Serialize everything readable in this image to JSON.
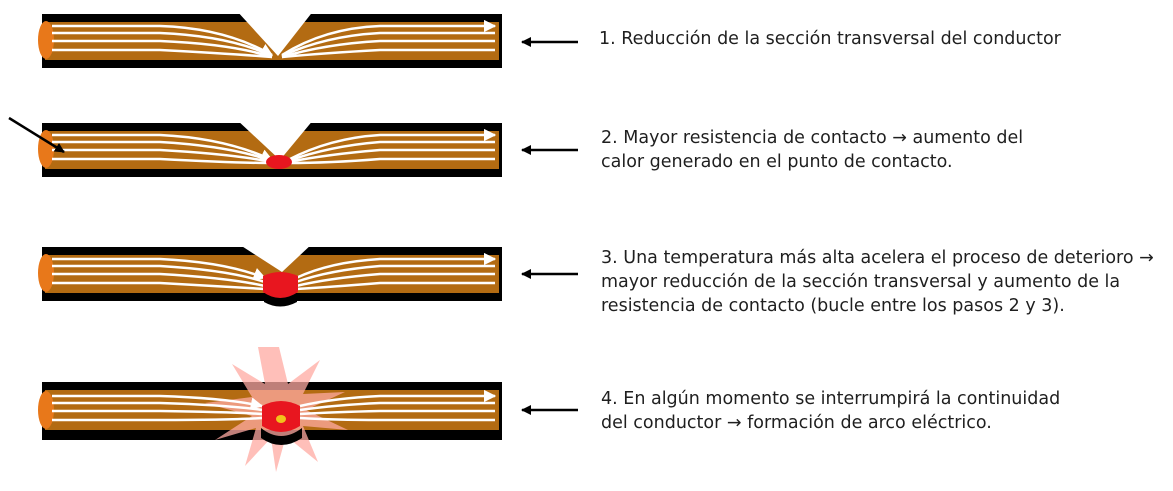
{
  "steps": [
    {
      "text": "1. Reducción de la sección transversal del conductor"
    },
    {
      "text": "2. Mayor resistencia de contacto → aumento del calor generado en el punto de contacto."
    },
    {
      "text": "3. Una temperatura más alta acelera el proceso de deterioro → mayor reducción de la sección transversal y aumento de la resistencia de contacto (bucle entre los pasos 2 y 3)."
    },
    {
      "text": "4. En algún momento se interrumpirá la continuidad del conductor → formación de arco eléctrico."
    }
  ],
  "colors": {
    "conductor_body": "#b36b12",
    "conductor_insulation": "#000000",
    "conductor_end": "#e8781a",
    "current_flow": "#ffffff",
    "hotspot": "#e8161f",
    "arc_burst": "#ffb3ad",
    "arc_core": "#f2c21b"
  },
  "icons": [
    "arrow-left-icon",
    "arrow-diagonal-icon",
    "current-flow-arrow-icon",
    "hotspot-icon",
    "arc-burst-icon"
  ]
}
